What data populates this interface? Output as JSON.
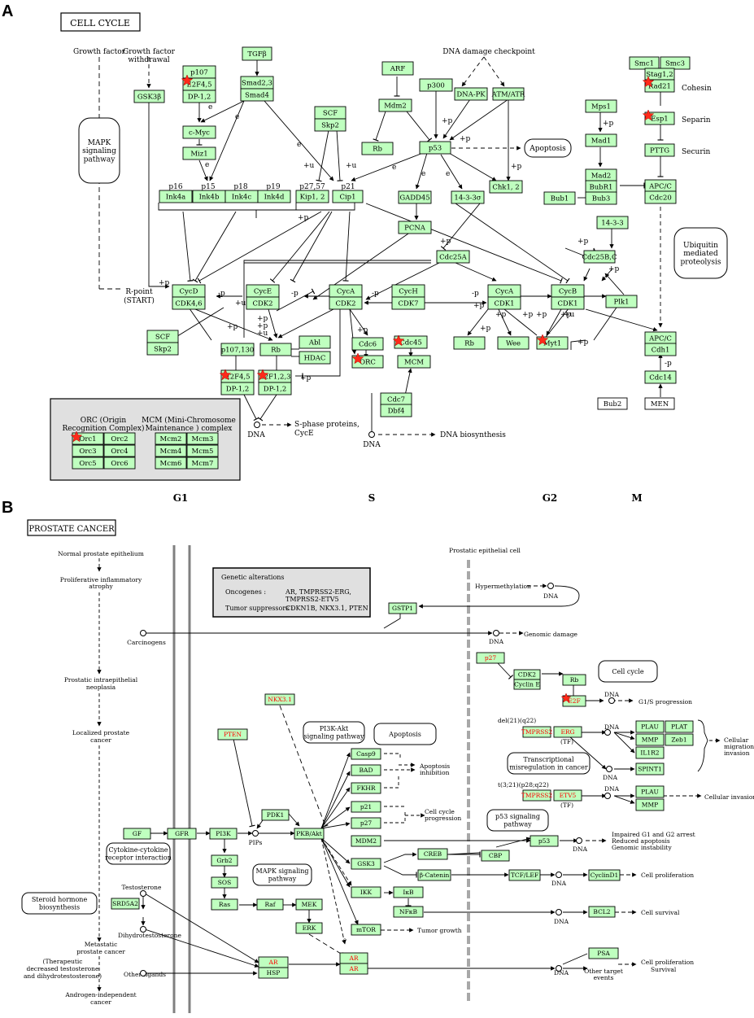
{
  "panelA": {
    "letter": "A",
    "title": "CELL CYCLE",
    "phase_labels": [
      "G1",
      "S",
      "G2",
      "M"
    ],
    "nodes": [
      {
        "id": "tgfb",
        "label": "TGFβ"
      },
      {
        "id": "p107",
        "label": "p107"
      },
      {
        "id": "e2f45a",
        "label": "E2F4,5"
      },
      {
        "id": "dp12a",
        "label": "DP-1,2"
      },
      {
        "id": "smad23",
        "label": "Smad2,3"
      },
      {
        "id": "smad4",
        "label": "Smad4"
      },
      {
        "id": "gsk3b",
        "label": "GSK3β"
      },
      {
        "id": "cmyc",
        "label": "c-Myc"
      },
      {
        "id": "miz1",
        "label": "Miz1"
      },
      {
        "id": "ink4a",
        "label": "Ink4a"
      },
      {
        "id": "ink4b",
        "label": "Ink4b"
      },
      {
        "id": "ink4c",
        "label": "Ink4c"
      },
      {
        "id": "ink4d",
        "label": "Ink4d"
      },
      {
        "id": "scf1",
        "label": "SCF"
      },
      {
        "id": "skp2a",
        "label": "Skp2"
      },
      {
        "id": "kip12",
        "label": "Kip1, 2"
      },
      {
        "id": "cip1",
        "label": "Cip1"
      },
      {
        "id": "arf",
        "label": "ARF"
      },
      {
        "id": "mdm2",
        "label": "Mdm2"
      },
      {
        "id": "rb1",
        "label": "Rb"
      },
      {
        "id": "p300",
        "label": "p300"
      },
      {
        "id": "dnapk",
        "label": "DNA-PK"
      },
      {
        "id": "atmatr",
        "label": "ATM/ATR"
      },
      {
        "id": "p53",
        "label": "p53"
      },
      {
        "id": "gadd45",
        "label": "GADD45"
      },
      {
        "id": "s1433s",
        "label": "14-3-3σ"
      },
      {
        "id": "chk12",
        "label": "Chk1, 2"
      },
      {
        "id": "pcna",
        "label": "PCNA"
      },
      {
        "id": "cdc25a",
        "label": "Cdc25A"
      },
      {
        "id": "mps1",
        "label": "Mps1"
      },
      {
        "id": "mad1",
        "label": "Mad1"
      },
      {
        "id": "mad2",
        "label": "Mad2"
      },
      {
        "id": "bubr1",
        "label": "BubR1"
      },
      {
        "id": "bub3",
        "label": "Bub3"
      },
      {
        "id": "bub1",
        "label": "Bub1"
      },
      {
        "id": "smc1",
        "label": "Smc1"
      },
      {
        "id": "smc3",
        "label": "Smc3"
      },
      {
        "id": "stag12",
        "label": "Stag1,2"
      },
      {
        "id": "rad21",
        "label": "Rad21"
      },
      {
        "id": "esp1",
        "label": "Esp1"
      },
      {
        "id": "pttg",
        "label": "PTTG"
      },
      {
        "id": "apcc1",
        "label": "APC/C"
      },
      {
        "id": "cdc20",
        "label": "Cdc20"
      },
      {
        "id": "s1433",
        "label": "14-3-3"
      },
      {
        "id": "cdc25bc",
        "label": "Cdc25B,C"
      },
      {
        "id": "cycd",
        "label": "CycD"
      },
      {
        "id": "cdk46",
        "label": "CDK4,6"
      },
      {
        "id": "cyce",
        "label": "CycE"
      },
      {
        "id": "cdk2a",
        "label": "CDK2"
      },
      {
        "id": "cyca1",
        "label": "CycA"
      },
      {
        "id": "cdk2b",
        "label": "CDK2"
      },
      {
        "id": "cych",
        "label": "CycH"
      },
      {
        "id": "cdk7",
        "label": "CDK7"
      },
      {
        "id": "cyca2",
        "label": "CycA"
      },
      {
        "id": "cdk1a",
        "label": "CDK1"
      },
      {
        "id": "cycb",
        "label": "CycB"
      },
      {
        "id": "cdk1b",
        "label": "CDK1"
      },
      {
        "id": "plk1",
        "label": "Plk1"
      },
      {
        "id": "scf2",
        "label": "SCF"
      },
      {
        "id": "skp2b",
        "label": "Skp2"
      },
      {
        "id": "p107130",
        "label": "p107,130"
      },
      {
        "id": "rb2",
        "label": "Rb"
      },
      {
        "id": "abl",
        "label": "Abl"
      },
      {
        "id": "hdac",
        "label": "HDAC"
      },
      {
        "id": "e2f45b",
        "label": "E2F4,5"
      },
      {
        "id": "dp12b",
        "label": "DP-1,2"
      },
      {
        "id": "e2f123",
        "label": "E2F1,2,3"
      },
      {
        "id": "dp12c",
        "label": "DP-1,2"
      },
      {
        "id": "cdc6",
        "label": "Cdc6"
      },
      {
        "id": "cdc45",
        "label": "Cdc45"
      },
      {
        "id": "orc",
        "label": "ORC"
      },
      {
        "id": "mcm",
        "label": "MCM"
      },
      {
        "id": "cdc7",
        "label": "Cdc7"
      },
      {
        "id": "dbf4",
        "label": "Dbf4"
      },
      {
        "id": "rb3",
        "label": "Rb"
      },
      {
        "id": "wee",
        "label": "Wee"
      },
      {
        "id": "myt1",
        "label": "Myt1"
      },
      {
        "id": "apcc2",
        "label": "APC/C"
      },
      {
        "id": "cdh1",
        "label": "Cdh1"
      },
      {
        "id": "cdc14",
        "label": "Cdc14"
      },
      {
        "id": "orc1",
        "label": "Orc1"
      },
      {
        "id": "orc2",
        "label": "Orc2"
      },
      {
        "id": "orc3",
        "label": "Orc3"
      },
      {
        "id": "orc4",
        "label": "Orc4"
      },
      {
        "id": "orc5",
        "label": "Orc5"
      },
      {
        "id": "orc6",
        "label": "Orc6"
      },
      {
        "id": "mcm2",
        "label": "Mcm2"
      },
      {
        "id": "mcm3",
        "label": "Mcm3"
      },
      {
        "id": "mcm4",
        "label": "Mcm4"
      },
      {
        "id": "mcm5",
        "label": "Mcm5"
      },
      {
        "id": "mcm6",
        "label": "Mcm6"
      },
      {
        "id": "mcm7",
        "label": "Mcm7"
      }
    ],
    "white_nodes": [
      {
        "id": "bub2",
        "label": "Bub2"
      },
      {
        "id": "men",
        "label": "MEN"
      }
    ],
    "pathway_links": [
      {
        "id": "mapk",
        "lines": [
          "MAPK",
          "signaling",
          "pathway"
        ]
      },
      {
        "id": "ubiq",
        "lines": [
          "Ubiquitin",
          "mediated",
          "proteolysis"
        ]
      },
      {
        "id": "apoptosis",
        "lines": [
          "Apoptosis"
        ]
      }
    ],
    "texts": [
      {
        "id": "gf",
        "text": "Growth factor"
      },
      {
        "id": "gfw1",
        "text": "Growth factor"
      },
      {
        "id": "gfw2",
        "text": "withdrawal"
      },
      {
        "id": "ddc",
        "text": "DNA damage checkpoint"
      },
      {
        "id": "cohesin",
        "text": "Cohesin"
      },
      {
        "id": "separin",
        "text": "Separin"
      },
      {
        "id": "securin",
        "text": "Securin"
      },
      {
        "id": "p16",
        "text": "p16"
      },
      {
        "id": "p15",
        "text": "p15"
      },
      {
        "id": "p18",
        "text": "p18"
      },
      {
        "id": "p19",
        "text": "p19"
      },
      {
        "id": "p2757",
        "text": "p27,57"
      },
      {
        "id": "p21",
        "text": "p21"
      },
      {
        "id": "rpoint1",
        "text": "R-point"
      },
      {
        "id": "rpoint2",
        "text": "(START)"
      },
      {
        "id": "sphase1",
        "text": "S-phase proteins,"
      },
      {
        "id": "sphase2",
        "text": "CycE"
      },
      {
        "id": "dna1",
        "text": "DNA"
      },
      {
        "id": "dna2",
        "text": "DNA"
      },
      {
        "id": "dnabio",
        "text": "DNA biosynthesis"
      },
      {
        "id": "orcbox1",
        "text": "ORC (Origin"
      },
      {
        "id": "orcbox2",
        "text": "Recognition Complex)"
      },
      {
        "id": "mcmbox1",
        "text": "MCM (Mini-Chromosome"
      },
      {
        "id": "mcmbox2",
        "text": "Maintenance ) complex"
      }
    ],
    "edge_labels": {
      "phos": "+p",
      "dephos": "-p",
      "ubiq": "+u",
      "expr": "e"
    }
  },
  "panelB": {
    "letter": "B",
    "title": "PROSTATE CANCER",
    "nodes_green": [
      {
        "id": "gstp1",
        "label": "GSTP1"
      },
      {
        "id": "cdk2",
        "label": "CDK2"
      },
      {
        "id": "cycline",
        "label": "Cyclin E"
      },
      {
        "id": "rb",
        "label": "Rb"
      },
      {
        "id": "plau1",
        "label": "PLAU"
      },
      {
        "id": "plat",
        "label": "PLAT"
      },
      {
        "id": "mmp1",
        "label": "MMP"
      },
      {
        "id": "zeb1",
        "label": "Zeb1"
      },
      {
        "id": "il1r2",
        "label": "IL1R2"
      },
      {
        "id": "spint1",
        "label": "SPINT1"
      },
      {
        "id": "plau2",
        "label": "PLAU"
      },
      {
        "id": "mmp2",
        "label": "MMP"
      },
      {
        "id": "casp9",
        "label": "Casp9"
      },
      {
        "id": "bad",
        "label": "BAD"
      },
      {
        "id": "fkhr",
        "label": "FKHR"
      },
      {
        "id": "p21",
        "label": "p21"
      },
      {
        "id": "p27b",
        "label": "p27"
      },
      {
        "id": "gf",
        "label": "GF"
      },
      {
        "id": "gfr",
        "label": "GFR"
      },
      {
        "id": "pi3k",
        "label": "PI3K"
      },
      {
        "id": "pdk1",
        "label": "PDK1"
      },
      {
        "id": "pkbakt",
        "label": "PKB/Akt"
      },
      {
        "id": "mdm2",
        "label": "MDM2"
      },
      {
        "id": "p53",
        "label": "p53"
      },
      {
        "id": "gsk3",
        "label": "GSK3"
      },
      {
        "id": "creb",
        "label": "CREB"
      },
      {
        "id": "cbp",
        "label": "CBP"
      },
      {
        "id": "bcat",
        "label": "β-Catenin"
      },
      {
        "id": "tcflef",
        "label": "TCF/LEF"
      },
      {
        "id": "cyclind1",
        "label": "CyclinD1"
      },
      {
        "id": "grb2",
        "label": "Grb2"
      },
      {
        "id": "sos",
        "label": "SOS"
      },
      {
        "id": "ras",
        "label": "Ras"
      },
      {
        "id": "raf",
        "label": "Raf"
      },
      {
        "id": "mek",
        "label": "MEK"
      },
      {
        "id": "erk",
        "label": "ERK"
      },
      {
        "id": "ikk",
        "label": "IKK"
      },
      {
        "id": "ikb",
        "label": "IκB"
      },
      {
        "id": "nfkb",
        "label": "NFκB"
      },
      {
        "id": "bcl2",
        "label": "BCL2"
      },
      {
        "id": "mtor",
        "label": "mTOR"
      },
      {
        "id": "srd5a2",
        "label": "SRD5A2"
      },
      {
        "id": "hsp",
        "label": "HSP"
      },
      {
        "id": "psa",
        "label": "PSA"
      }
    ],
    "nodes_red": [
      {
        "id": "p27a",
        "label": "p27"
      },
      {
        "id": "e2f",
        "label": "E2F"
      },
      {
        "id": "tmprss2a",
        "label": "TMPRSS2"
      },
      {
        "id": "erg",
        "label": "ERG"
      },
      {
        "id": "tmprss2b",
        "label": "TMPRSS2"
      },
      {
        "id": "etv5",
        "label": "ETV5"
      },
      {
        "id": "nkx31",
        "label": "NKX3.1"
      },
      {
        "id": "pten",
        "label": "PTEN"
      },
      {
        "id": "ar1",
        "label": "AR"
      },
      {
        "id": "ar2",
        "label": "AR"
      },
      {
        "id": "ar3",
        "label": "AR"
      }
    ],
    "pathway_links": [
      {
        "id": "cellcycle",
        "lines": [
          "Cell cycle"
        ]
      },
      {
        "id": "transmis",
        "lines": [
          "Transcriptional",
          "misregulation in cancer"
        ]
      },
      {
        "id": "p53sig",
        "lines": [
          "p53 signaling",
          "pathway"
        ]
      },
      {
        "id": "pi3kakt",
        "lines": [
          "PI3K-Akt",
          "signaling pathway"
        ]
      },
      {
        "id": "apoptosis",
        "lines": [
          "Apoptosis"
        ]
      },
      {
        "id": "cytokine",
        "lines": [
          "Cytokine-cytokine",
          "receptor interaction"
        ]
      },
      {
        "id": "mapksig",
        "lines": [
          "MAPK signaling",
          "pathway"
        ]
      },
      {
        "id": "steroid",
        "lines": [
          "Steroid hormone",
          "biosynthesis"
        ]
      }
    ],
    "genetic_box": {
      "heading": "Genetic alterations",
      "onc_label": "Oncogenes :",
      "onc_val1": "AR, TMPRSS2-ERG,",
      "onc_val2": "TMPRSS2-ETV5",
      "sup_label": "Tumor suppressors :",
      "sup_val": "CDKN1B, NKX3.1, PTEN"
    },
    "texts": [
      {
        "id": "t_npe",
        "text": "Normal prostate epithelium"
      },
      {
        "id": "t_pia1",
        "text": "Proliferative inflammatory"
      },
      {
        "id": "t_pia2",
        "text": "atrophy"
      },
      {
        "id": "t_pin1",
        "text": "Prostatic intraepithelial"
      },
      {
        "id": "t_pin2",
        "text": "neoplasia"
      },
      {
        "id": "t_lpc1",
        "text": "Localized prostate"
      },
      {
        "id": "t_lpc2",
        "text": "cancer"
      },
      {
        "id": "t_mpc1",
        "text": "Metastatic"
      },
      {
        "id": "t_mpc2",
        "text": "prostate cancer"
      },
      {
        "id": "t_ther1",
        "text": "(Therapeutic"
      },
      {
        "id": "t_ther2",
        "text": "decreased testosterone"
      },
      {
        "id": "t_ther3",
        "text": "and dihydrotestosterone)"
      },
      {
        "id": "t_aic1",
        "text": "Androgen-independent"
      },
      {
        "id": "t_aic2",
        "text": "cancer"
      },
      {
        "id": "t_pec",
        "text": "Prostatic epithelial cell"
      },
      {
        "id": "t_hyper",
        "text": "Hypermethylation"
      },
      {
        "id": "t_dna1",
        "text": "DNA"
      },
      {
        "id": "t_carc",
        "text": "Carcinogens"
      },
      {
        "id": "t_dna2",
        "text": "DNA"
      },
      {
        "id": "t_gdmg",
        "text": "Genomic damage"
      },
      {
        "id": "t_dna3",
        "text": "DNA"
      },
      {
        "id": "t_g1s",
        "text": "G1/S progression"
      },
      {
        "id": "t_del21",
        "text": "del(21)(q22)"
      },
      {
        "id": "t_tf1",
        "text": "(TF)"
      },
      {
        "id": "t_dna4",
        "text": "DNA"
      },
      {
        "id": "t_dna5",
        "text": "DNA"
      },
      {
        "id": "t_cmi1",
        "text": "Cellular"
      },
      {
        "id": "t_cmi2",
        "text": "migration,"
      },
      {
        "id": "t_cmi3",
        "text": "invasion"
      },
      {
        "id": "t_t32",
        "text": "t(3;21)(p28;q22)"
      },
      {
        "id": "t_tf2",
        "text": "(TF)"
      },
      {
        "id": "t_dna6",
        "text": "DNA"
      },
      {
        "id": "t_cinv",
        "text": "Cellular invasion"
      },
      {
        "id": "t_apinh1",
        "text": "Apoptosis"
      },
      {
        "id": "t_apinh2",
        "text": "inhibition"
      },
      {
        "id": "t_ccp1",
        "text": "Cell cycle"
      },
      {
        "id": "t_ccp2",
        "text": "progression"
      },
      {
        "id": "t_pips",
        "text": "PIPs"
      },
      {
        "id": "t_dna7",
        "text": "DNA"
      },
      {
        "id": "t_imp1",
        "text": "Impaired G1 and G2 arrest"
      },
      {
        "id": "t_imp2",
        "text": "Reduced apoptosis"
      },
      {
        "id": "t_imp3",
        "text": "Genomic instability"
      },
      {
        "id": "t_dna8",
        "text": "DNA"
      },
      {
        "id": "t_cprol",
        "text": "Cell proliferation"
      },
      {
        "id": "t_testo",
        "text": "Testosterone"
      },
      {
        "id": "t_dht",
        "text": "Dihydrotestosterone"
      },
      {
        "id": "t_dna9",
        "text": "DNA"
      },
      {
        "id": "t_csurv",
        "text": "Cell survival"
      },
      {
        "id": "t_tgrowth",
        "text": "Tumor growth"
      },
      {
        "id": "t_ol",
        "text": "Other ligands"
      },
      {
        "id": "t_dna10",
        "text": "DNA"
      },
      {
        "id": "t_ote1",
        "text": "Other target"
      },
      {
        "id": "t_ote2",
        "text": "events"
      },
      {
        "id": "t_cps1",
        "text": "Cell proliferation"
      },
      {
        "id": "t_cps2",
        "text": "Survival"
      },
      {
        "id": "t_q",
        "text": "?"
      }
    ]
  },
  "colors": {
    "node_fill": "#bfffbf",
    "node_stroke": "#000000",
    "red_text": "#ff0000",
    "star": "#ff2a1a",
    "gray_box": "#e0e0e0",
    "membrane": "#808080",
    "epi": "#a8a8a8"
  }
}
